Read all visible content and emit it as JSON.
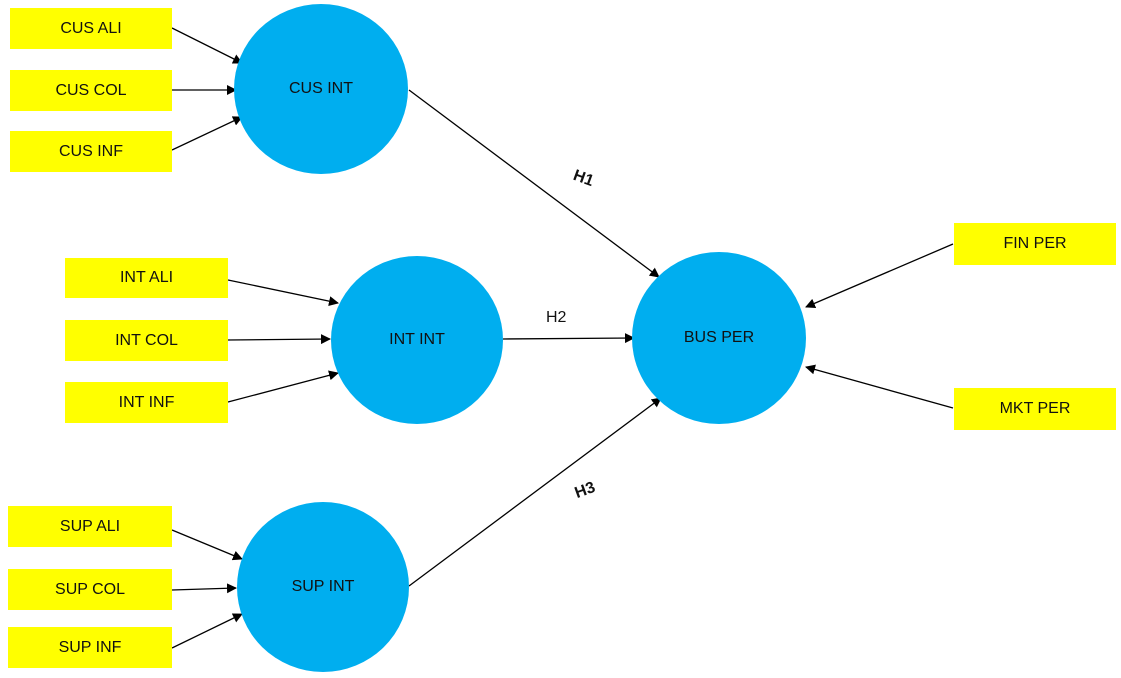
{
  "colors": {
    "indicator_fill": "#FFFF00",
    "construct_fill": "#00AEEF",
    "arrow": "#000000",
    "text": "#111111"
  },
  "indicators": {
    "cus_ali": "CUS ALI",
    "cus_col": "CUS COL",
    "cus_inf": "CUS INF",
    "int_ali": "INT ALI",
    "int_col": "INT COL",
    "int_inf": "INT INF",
    "sup_ali": "SUP ALI",
    "sup_col": "SUP COL",
    "sup_inf": "SUP INF",
    "fin_per": "FIN PER",
    "mkt_per": "MKT PER"
  },
  "constructs": {
    "cus_int": "CUS INT",
    "int_int": "INT INT",
    "sup_int": "SUP INT",
    "bus_per": "BUS PER"
  },
  "paths": {
    "h1": "H1",
    "h2": "H2",
    "h3": "H3"
  }
}
